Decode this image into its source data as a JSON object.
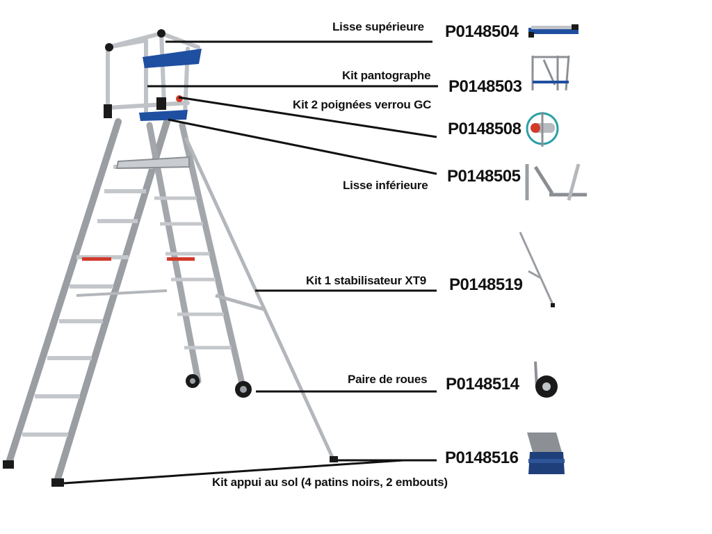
{
  "parts": [
    {
      "label": "Lisse supérieure",
      "code": "P0148504",
      "icon": "top-rail-thumbnail"
    },
    {
      "label": "Kit pantographe",
      "code": "P0148503",
      "icon": "pantograph-kit-thumbnail"
    },
    {
      "label": "Kit 2 poignées verrou GC",
      "code": "P0148508",
      "icon": "lock-handle-thumbnail"
    },
    {
      "label": "Lisse inférieure",
      "code": "P0148505",
      "icon": "bottom-rail-thumbnail"
    },
    {
      "label": "Kit 1 stabilisateur XT9",
      "code": "P0148519",
      "icon": "stabilizer-thumbnail"
    },
    {
      "label": "Paire de roues",
      "code": "P0148514",
      "icon": "wheel-pair-thumbnail"
    },
    {
      "label": "Kit appui au sol (4 patins noirs, 2 embouts)",
      "code": "P0148516",
      "icon": "foot-pad-thumbnail"
    }
  ],
  "colors": {
    "line": "#111111",
    "aluminium": "#b9bcc0",
    "aluminium_dark": "#7d8186",
    "blue": "#1f4fa0",
    "red": "#d23a2a",
    "black": "#1a1a1a"
  }
}
